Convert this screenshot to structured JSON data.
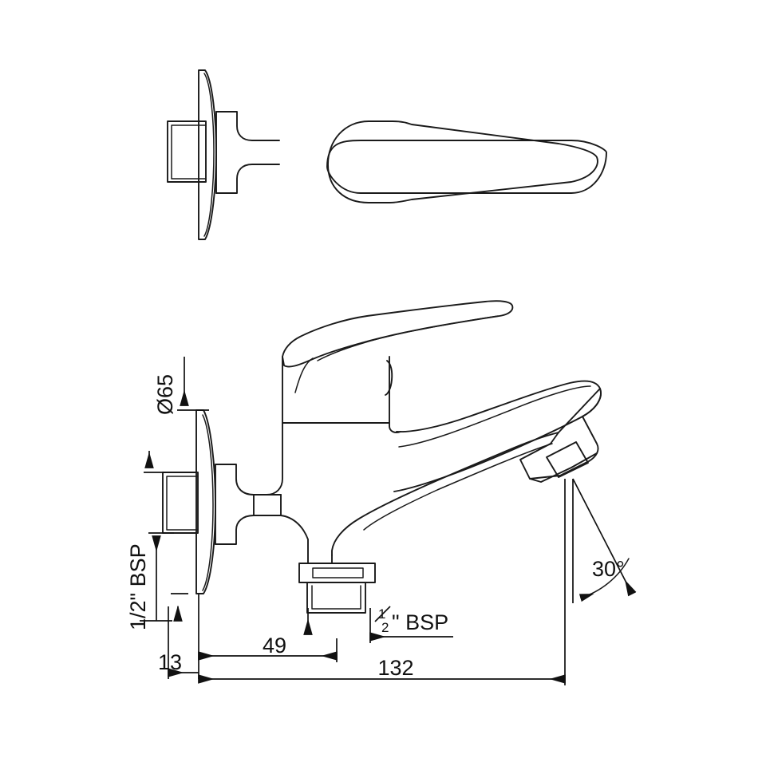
{
  "document": {
    "kind": "technical-drawing",
    "subject": "wall-mounted single-lever bath/sink mixer faucet",
    "background_color": "#ffffff",
    "line_color": "#1a1a1a"
  },
  "views": {
    "top": {
      "name": "top-view",
      "description": "plan view of faucet body with flange and lever handle"
    },
    "side": {
      "name": "side-elevation-view",
      "description": "side elevation of faucet with wall flange, lever handle, spout and outlet"
    }
  },
  "annotations": {
    "diameter_flange": {
      "label": "Ø65",
      "value": 65,
      "unit": "mm",
      "orientation": "vertical"
    },
    "inlet_thread": {
      "label": "1/2\" BSP",
      "orientation": "vertical",
      "numerator": "1",
      "denominator": "2",
      "suffix": "\" BSP"
    },
    "outlet_thread": {
      "label": "½\" BSP",
      "orientation": "horizontal",
      "numerator": "1",
      "denominator": "2",
      "suffix": "\" BSP"
    },
    "angle_spout": {
      "label": "30°",
      "value": 30,
      "unit": "degrees"
    },
    "dim_13": {
      "label": "13",
      "value": 13,
      "unit": "mm"
    },
    "dim_49": {
      "label": "49",
      "value": 49,
      "unit": "mm"
    },
    "dim_132": {
      "label": "132",
      "value": 132,
      "unit": "mm"
    }
  }
}
